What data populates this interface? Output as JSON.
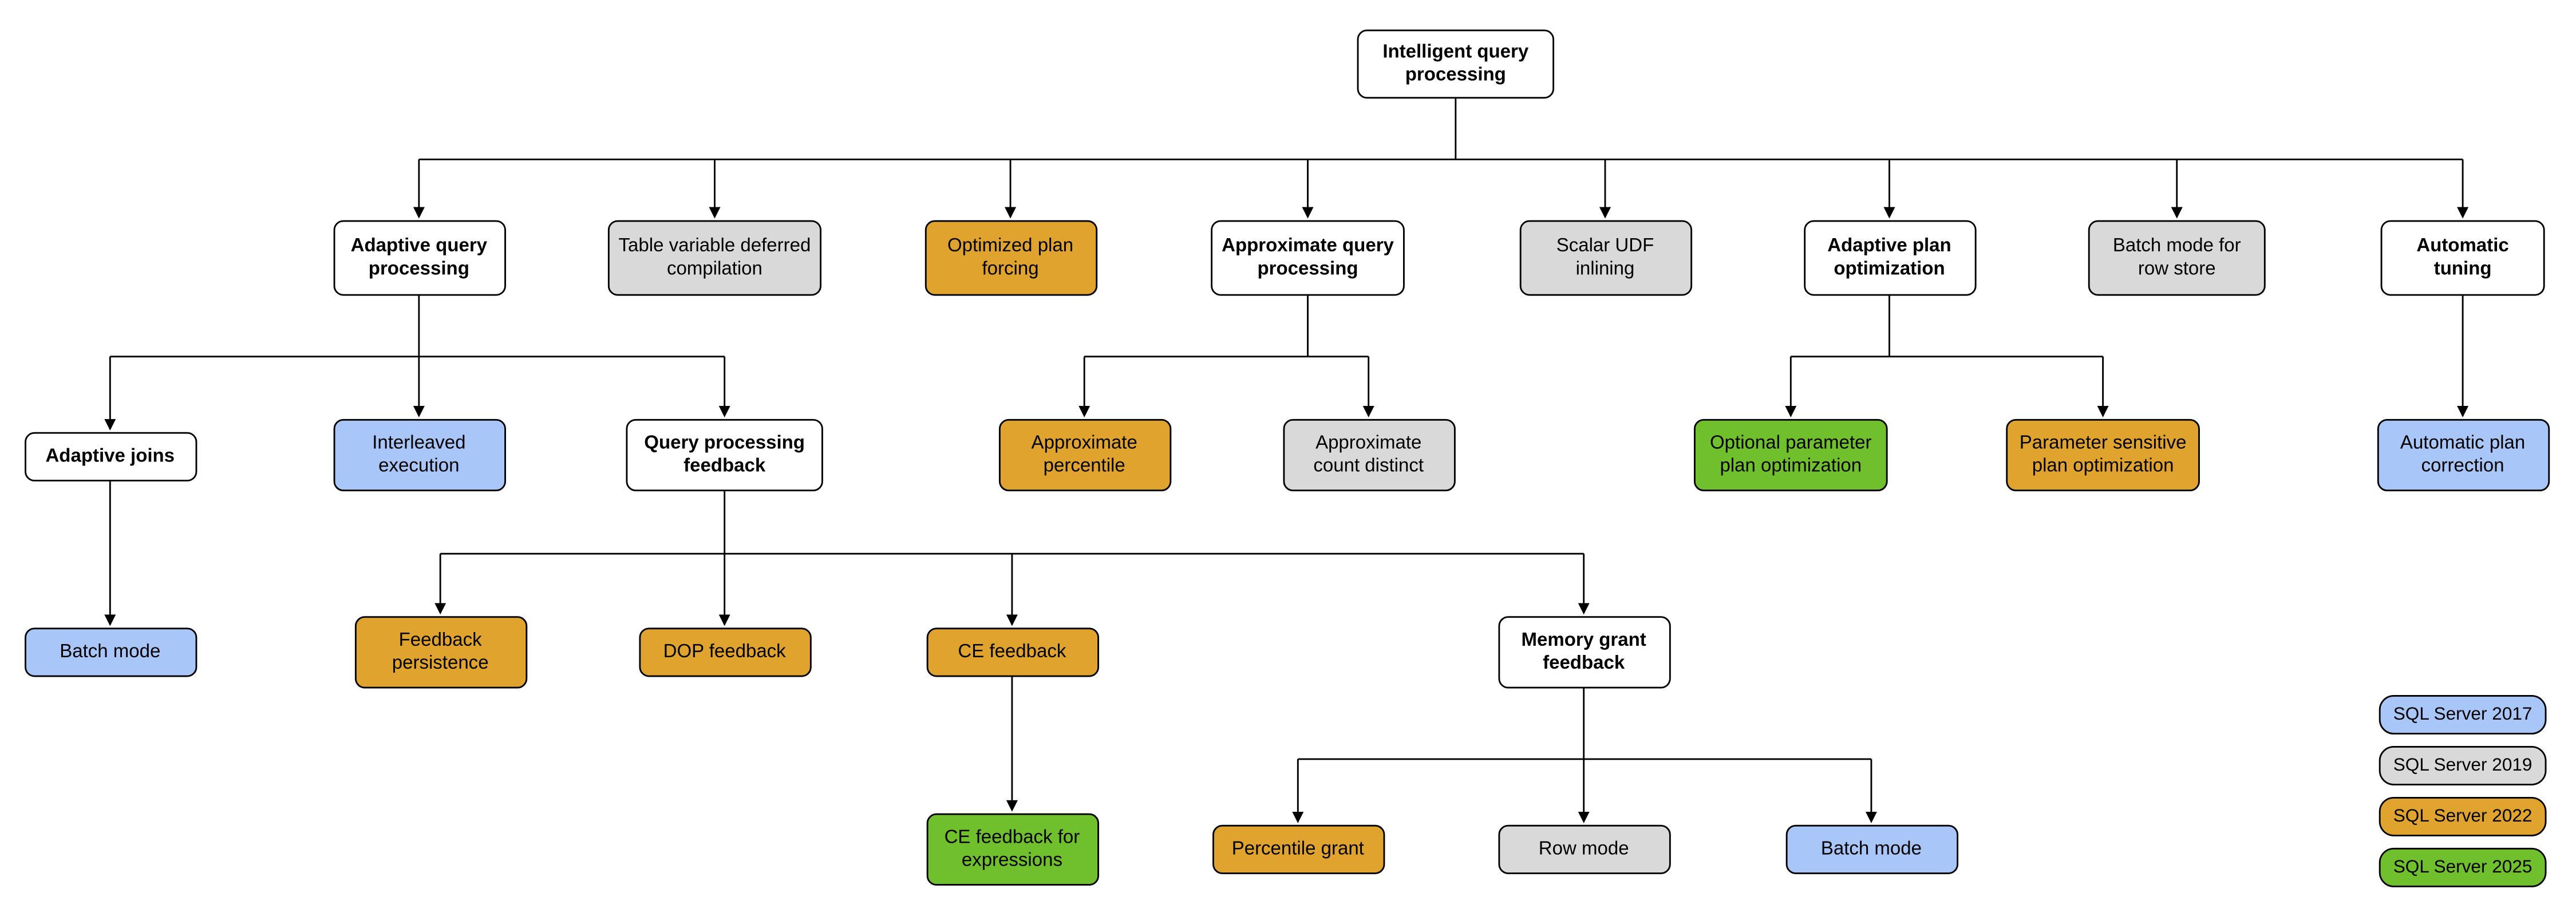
{
  "diagram_title": "Intelligent query processing",
  "nodes": {
    "root": "Intelligent query processing",
    "adaptive_query_processing": "Adaptive query processing",
    "table_variable_deferred_compilation": "Table variable deferred compilation",
    "optimized_plan_forcing": "Optimized plan forcing",
    "approximate_query_processing": "Approximate query processing",
    "scalar_udf_inlining": "Scalar UDF inlining",
    "adaptive_plan_optimization": "Adaptive plan optimization",
    "batch_mode_row_store": "Batch mode for row store",
    "automatic_tuning": "Automatic tuning",
    "adaptive_joins": "Adaptive joins",
    "interleaved_execution": "Interleaved execution",
    "query_processing_feedback": "Query processing feedback",
    "approximate_percentile": "Approximate percentile",
    "approximate_count_distinct": "Approximate count distinct",
    "optional_parameter_plan_optimization": "Optional parameter plan optimization",
    "parameter_sensitive_plan_optimization": "Parameter sensitive plan optimization",
    "automatic_plan_correction": "Automatic plan correction",
    "batch_mode_adaptive_joins": "Batch mode",
    "feedback_persistence": "Feedback persistence",
    "dop_feedback": "DOP feedback",
    "ce_feedback": "CE feedback",
    "memory_grant_feedback": "Memory grant feedback",
    "ce_feedback_for_expressions": "CE feedback for expressions",
    "percentile_grant": "Percentile grant",
    "row_mode": "Row mode",
    "batch_mode_memory_grant": "Batch mode"
  },
  "legend": {
    "items": [
      {
        "label": "SQL Server 2017",
        "color": "#A9C6F8"
      },
      {
        "label": "SQL Server 2019",
        "color": "#D9D9D9"
      },
      {
        "label": "SQL Server 2022",
        "color": "#E0A32E"
      },
      {
        "label": "SQL Server 2025",
        "color": "#6FC02C"
      }
    ]
  },
  "colors": {
    "sql_server_2017_blue": "#A9C6F8",
    "sql_server_2019_gray": "#D9D9D9",
    "sql_server_2022_orange": "#E0A32E",
    "sql_server_2025_green": "#6FC02C",
    "node_border": "#000000",
    "connector": "#000000",
    "background": "#FFFFFF"
  }
}
